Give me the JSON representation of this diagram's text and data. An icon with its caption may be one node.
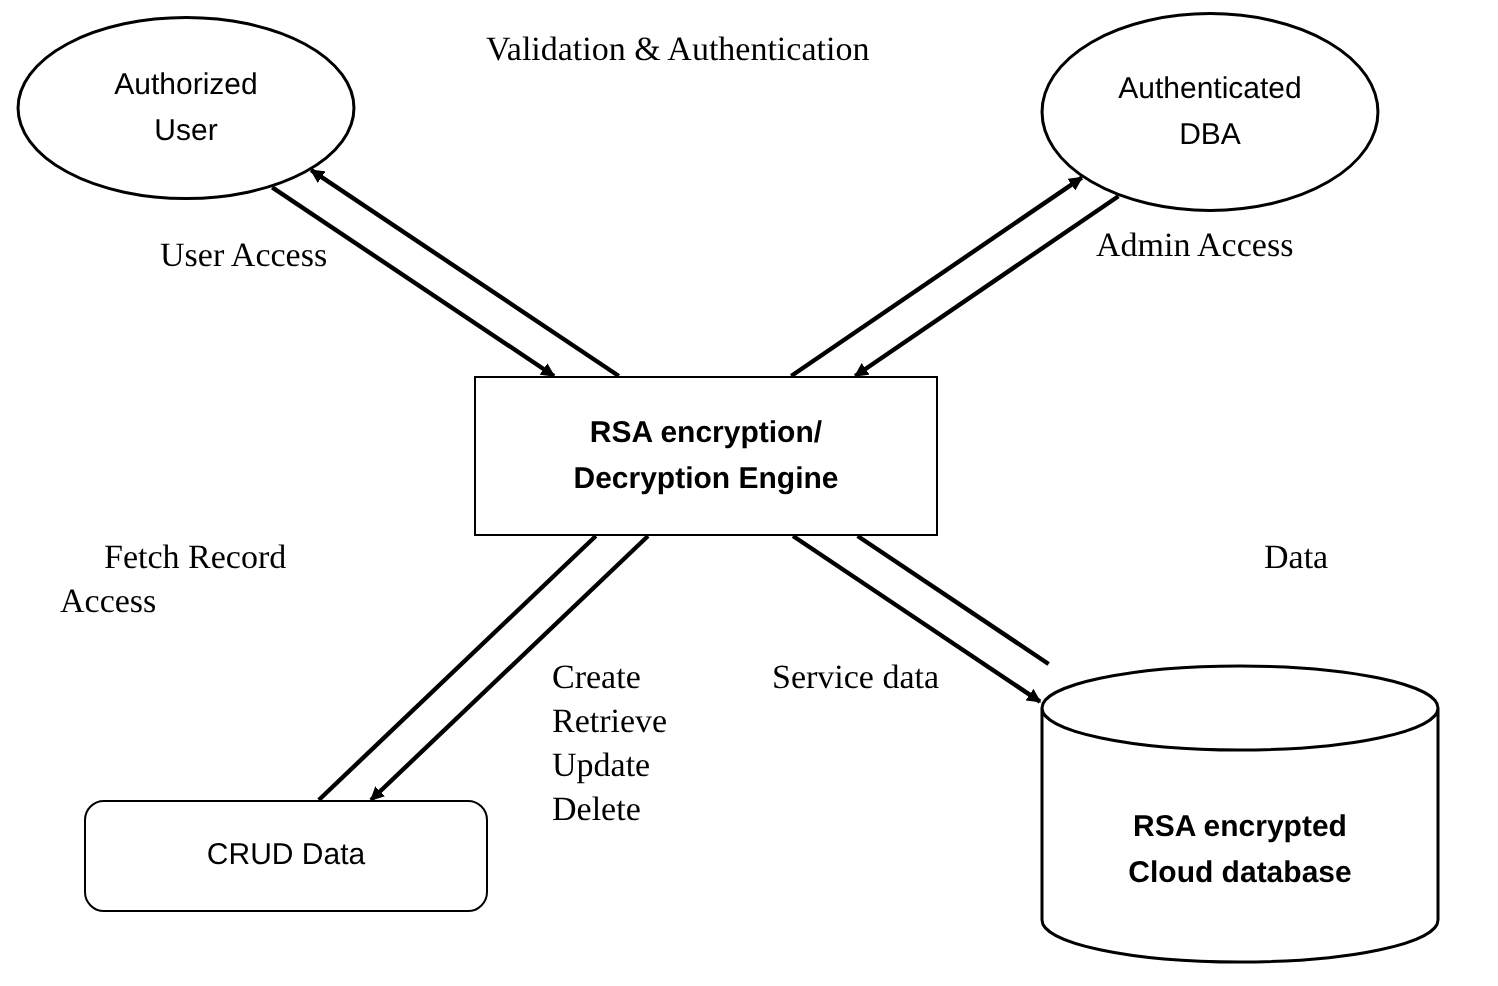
{
  "diagram": {
    "nodes": [
      {
        "text": [
          "Authorized User"
        ]
      },
      {
        "text": [
          "Authenticated DBA"
        ]
      },
      {
        "text": [
          "RSA encryption/ Decryption Engine"
        ]
      },
      {
        "text": [
          "CRUD Data"
        ]
      },
      {
        "text": [
          "RSA encrypted Cloud database"
        ]
      }
    ],
    "edges": [
      {
        "from": 0,
        "to": 2,
        "arrow": "to"
      },
      {
        "from": 2,
        "to": 0,
        "arrow": "to"
      },
      {
        "from": 1,
        "to": 2,
        "arrow": "to"
      },
      {
        "from": 2,
        "to": 1,
        "arrow": "to"
      },
      {
        "from": 2,
        "to": 3,
        "arrow": "to"
      },
      {
        "from": 2,
        "to": 3,
        "arrow": "none"
      },
      {
        "from": 2,
        "to": 4,
        "arrow": "none"
      },
      {
        "from": 2,
        "to": 4,
        "arrow": "to"
      }
    ],
    "labels": [
      "Validation & Authentication",
      "Admin Access",
      "User Access",
      "Fetch Record Access",
      "Create Retrieve Update Delete",
      "Service data",
      "Data"
    ]
  }
}
